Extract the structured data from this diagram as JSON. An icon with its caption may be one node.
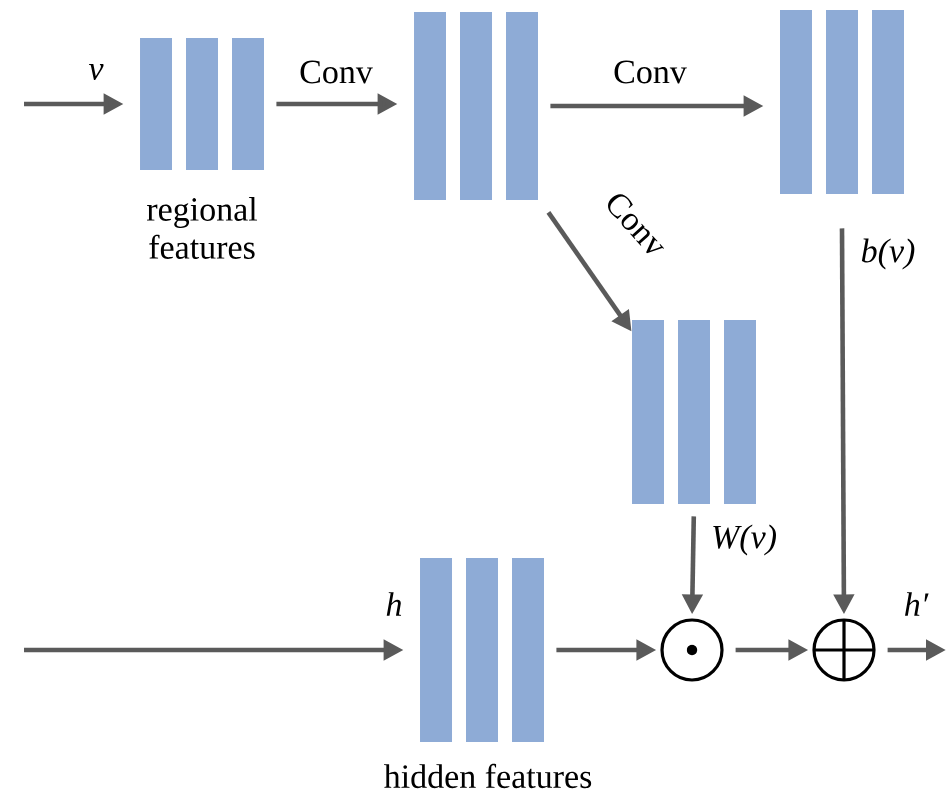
{
  "diagram": {
    "nodes": [
      {
        "text": [],
        "shape": "bar",
        "beside": [
          "regional features"
        ]
      },
      {
        "text": [],
        "shape": "bar"
      },
      {
        "text": [],
        "shape": "bar"
      },
      {
        "text": [],
        "shape": "bar"
      },
      {
        "text": [],
        "shape": "bar",
        "beside": [
          "hidden features"
        ]
      },
      {
        "text": [],
        "shape": "circle"
      },
      {
        "text": [],
        "shape": "circle"
      }
    ],
    "edges": [
      {
        "from": null,
        "to": 0,
        "arrow": "to",
        "label": "v"
      },
      {
        "from": 0,
        "to": 1,
        "arrow": "to",
        "label": "Conv"
      },
      {
        "from": 1,
        "to": 2,
        "arrow": "to",
        "label": "Conv"
      },
      {
        "from": 1,
        "to": 3,
        "arrow": "to",
        "label": "Conv"
      },
      {
        "from": 2,
        "to": 6,
        "arrow": "to",
        "label": "b(v)"
      },
      {
        "from": 3,
        "to": 5,
        "arrow": "to",
        "label": "W(v)"
      },
      {
        "from": null,
        "to": 4,
        "arrow": "to",
        "label": "h"
      },
      {
        "from": 4,
        "to": 5,
        "arrow": "to"
      },
      {
        "from": 5,
        "to": 6,
        "arrow": "to"
      },
      {
        "from": 6,
        "to": null,
        "arrow": "to",
        "label": "h′"
      }
    ]
  }
}
